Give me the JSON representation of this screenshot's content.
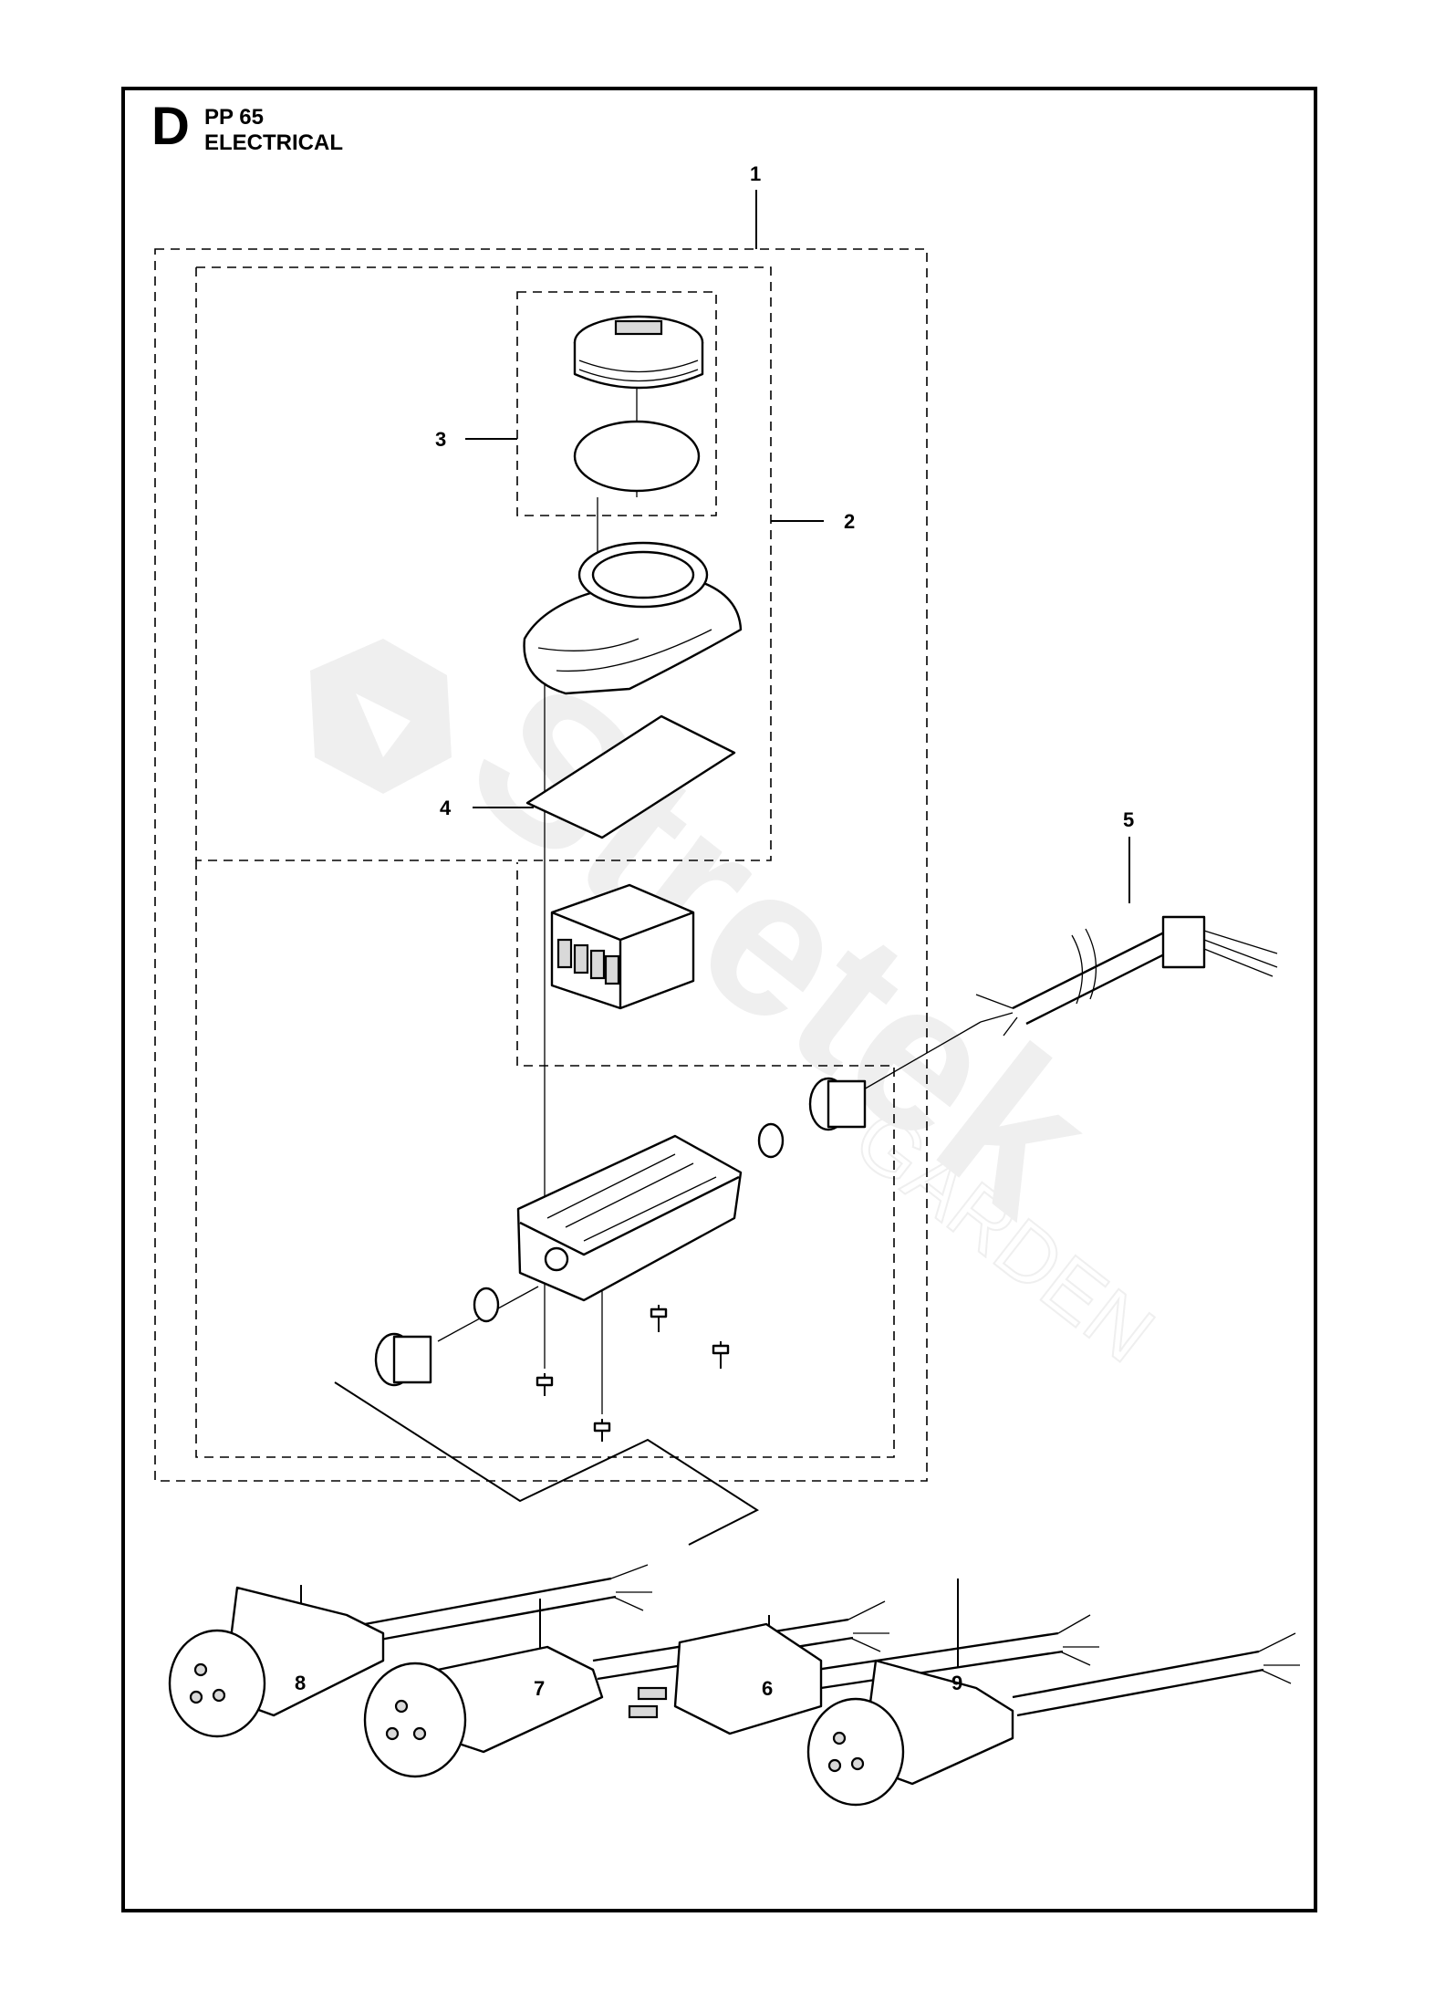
{
  "header": {
    "section_letter": "D",
    "model": "PP 65",
    "title": "ELECTRICAL"
  },
  "watermark": {
    "brand": "Stretek",
    "sub": "GARDEN"
  },
  "callouts": [
    "1",
    "2",
    "3",
    "4",
    "5",
    "6",
    "7",
    "8",
    "9"
  ],
  "icons": [
    "stretek-logo-icon",
    "plug-cap-icon",
    "o-ring-icon",
    "cover-icon",
    "gasket-icon",
    "terminal-block-icon",
    "cable-gland-icon",
    "housing-icon",
    "screw-icon",
    "plug-icon"
  ]
}
